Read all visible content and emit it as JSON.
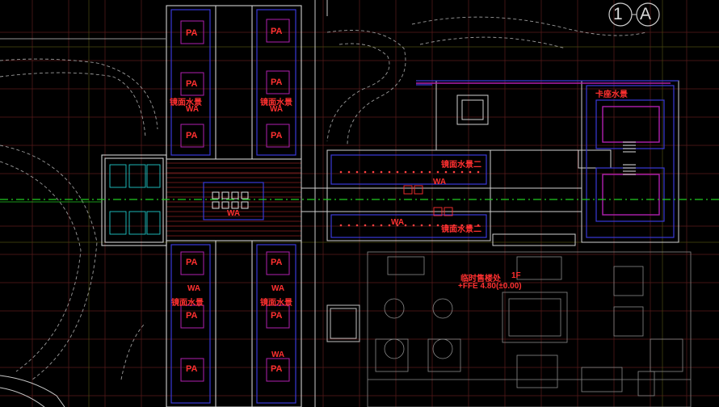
{
  "drawing": {
    "grid_ref": {
      "num": "1",
      "letter": "A"
    },
    "labels": {
      "pa": "PA",
      "wa": "WA",
      "mirror_water": "镜面水景",
      "mirror_water_2": "镜面水景二",
      "deck_water": "卡座水景",
      "sales_office": "临时售楼处",
      "floor": "1F",
      "ffe": "+FFE 4.80(±0.00)"
    },
    "colors": {
      "background": "#000000",
      "white_line": "#d8d8d8",
      "blue_line": "#3a3ad8",
      "magenta_line": "#c020c0",
      "red_text": "#ff2020",
      "green_axis": "#22cc22",
      "grid_red": "#6a1818",
      "grid_yellow": "#4a4a10",
      "cyan": "#20c8c8",
      "hatch": "#8a2020"
    }
  }
}
